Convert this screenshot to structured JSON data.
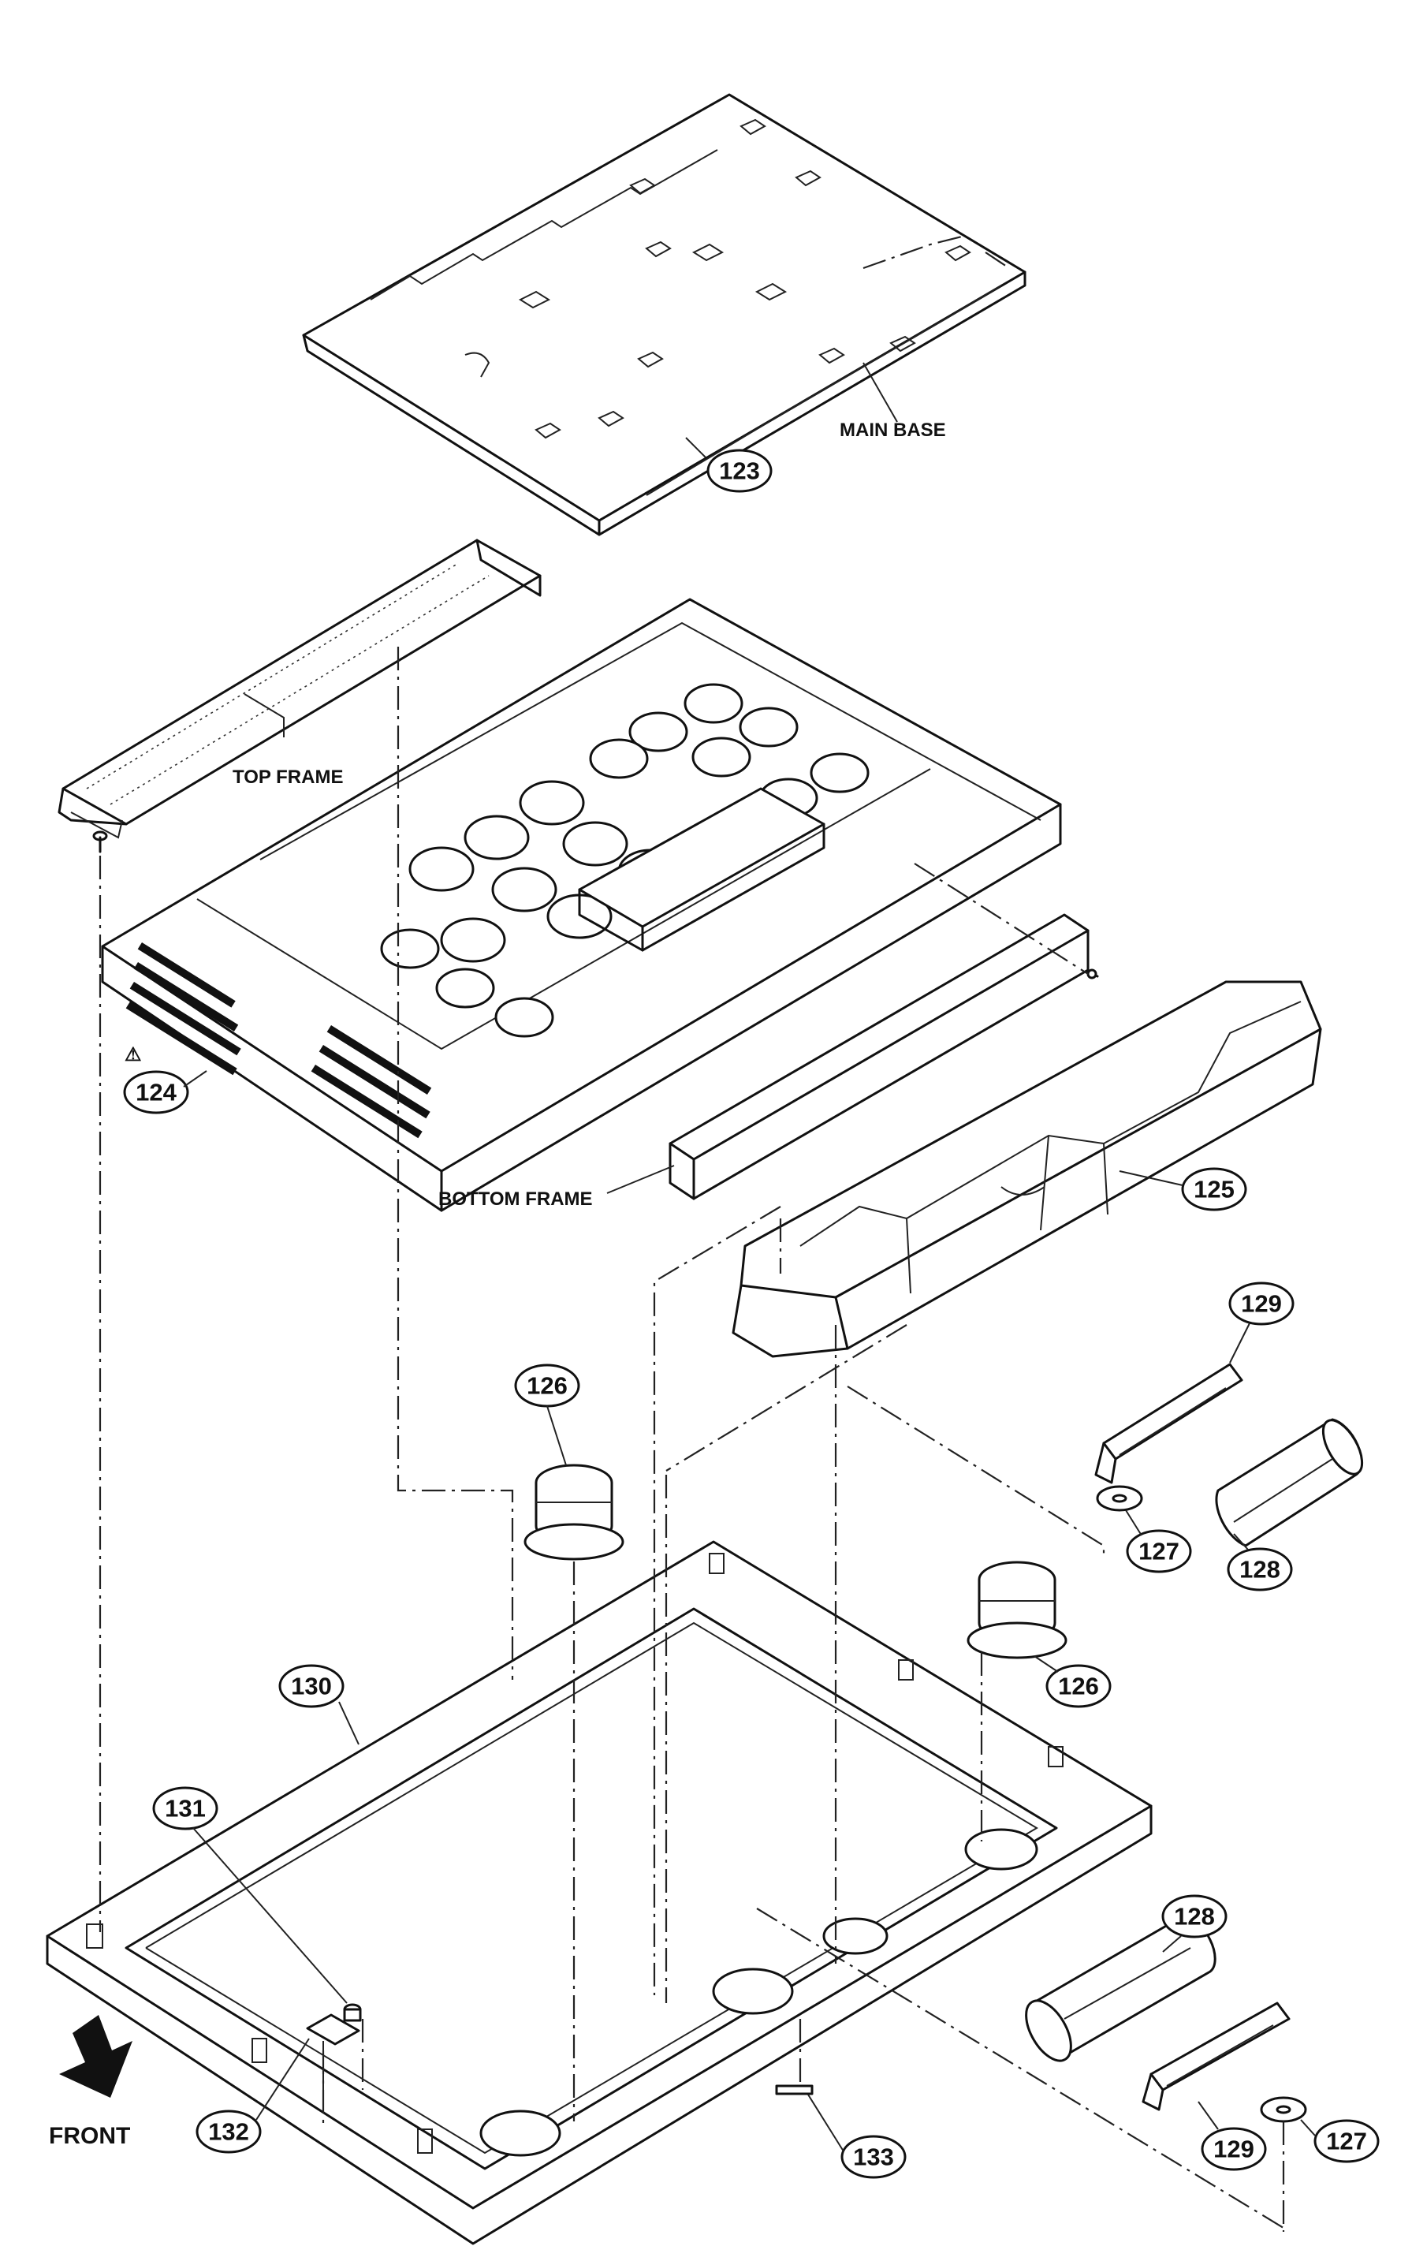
{
  "labels": {
    "main_base": "MAIN BASE",
    "top_frame": "TOP FRAME",
    "bottom_frame": "BOTTOM FRAME",
    "front": "FRONT",
    "warning_symbol": "⚠"
  },
  "callouts": {
    "c123": "123",
    "c124": "124",
    "c125": "125",
    "c126a": "126",
    "c126b": "126",
    "c127a": "127",
    "c127b": "127",
    "c128a": "128",
    "c128b": "128",
    "c129a": "129",
    "c129b": "129",
    "c130": "130",
    "c131": "131",
    "c132": "132",
    "c133": "133"
  },
  "icons": {
    "front_arrow": "down-left-arrow-icon",
    "warning": "warning-triangle-icon"
  }
}
